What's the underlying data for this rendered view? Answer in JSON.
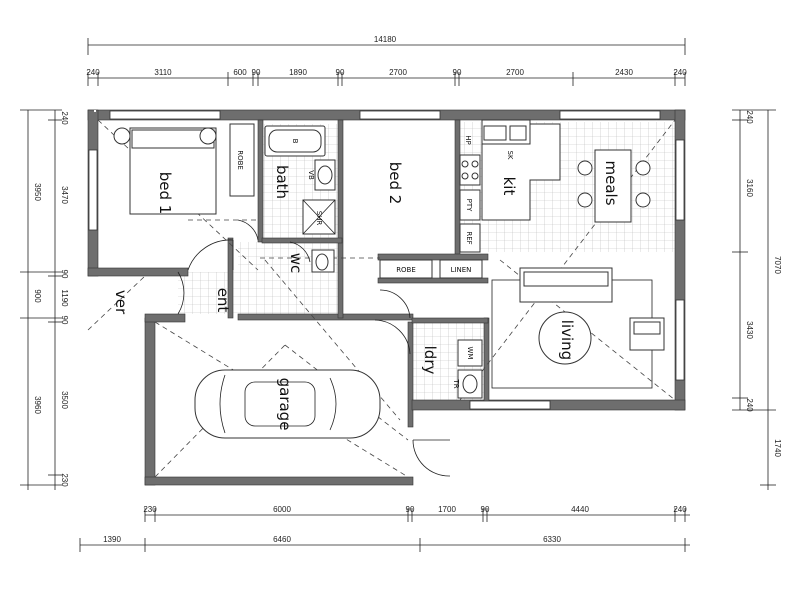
{
  "overall_dims": {
    "width": "14180"
  },
  "top_dims": [
    "240",
    "3110",
    "600",
    "90",
    "1890",
    "90",
    "2700",
    "90",
    "2700",
    "2430",
    "240"
  ],
  "left_dims": [
    "240",
    "3950",
    "3470",
    "90",
    "900",
    "1190",
    "90",
    "3960",
    "3500",
    "230"
  ],
  "right_dims": [
    "7070",
    "240",
    "3160",
    "3430",
    "240",
    "1740"
  ],
  "bottom_dims_row1": [
    "230",
    "6000",
    "90",
    "1700",
    "90",
    "4440",
    "240"
  ],
  "bottom_dims_row2": [
    "1390",
    "6460",
    "6330"
  ],
  "rooms": {
    "bed1": "bed 1",
    "bath": "bath",
    "bed2": "bed 2",
    "kit": "kit",
    "meals": "meals",
    "wc": "wc",
    "ent": "ent",
    "ver": "ver",
    "garage": "garage",
    "ldry": "ldry",
    "living": "living"
  },
  "fixtures": {
    "robe1": "ROBE",
    "robe2": "ROBE",
    "linen": "LINEN",
    "pty": "PTY",
    "ref": "REF",
    "hp": "HP",
    "sk": "SK",
    "vb": "VB",
    "shr": "SHR",
    "b": "B",
    "wm": "WM",
    "tr": "TR"
  }
}
